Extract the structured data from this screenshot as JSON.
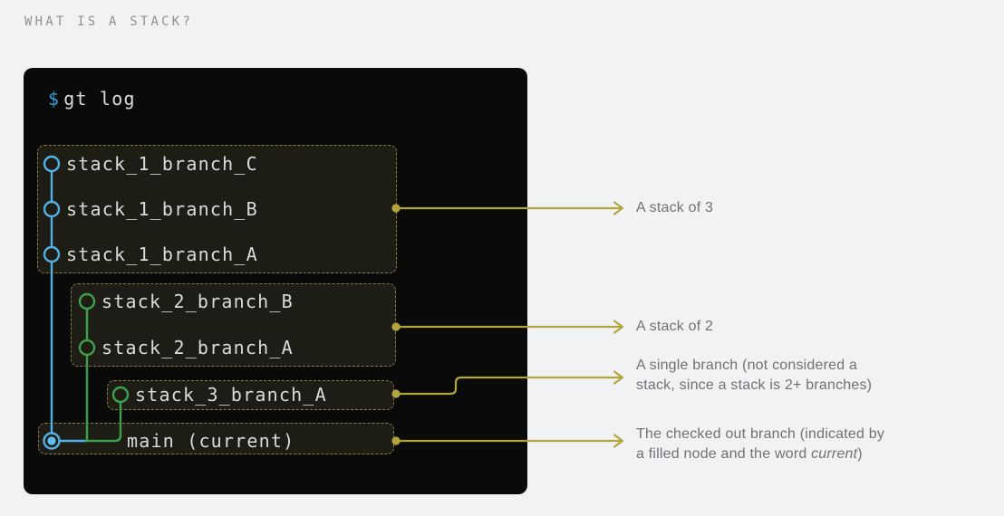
{
  "page": {
    "title": "WHAT IS A STACK?",
    "background": "#f1f2f4"
  },
  "terminal": {
    "prompt_symbol": "$",
    "command": "gt log",
    "background": "#0a0a0a",
    "stack_box_fill": "#1d1d16",
    "stack_box_border": "#86803c",
    "stacks": [
      {
        "id": "stack-1",
        "node_color": "#53b1e5",
        "branches": [
          "stack_1_branch_C",
          "stack_1_branch_B",
          "stack_1_branch_A"
        ]
      },
      {
        "id": "stack-2",
        "node_color": "#3da04b",
        "branches": [
          "stack_2_branch_B",
          "stack_2_branch_A"
        ]
      },
      {
        "id": "stack-3",
        "node_color": "#3da04b",
        "branches": [
          "stack_3_branch_A"
        ]
      },
      {
        "id": "trunk",
        "node_color": "#53b1e5",
        "branches": [
          "main (current)"
        ],
        "checked_out": true
      }
    ]
  },
  "annotations": [
    {
      "label": "A stack of 3"
    },
    {
      "label": "A stack of 2"
    },
    {
      "lines": [
        "A single branch (not considered a",
        "stack, since a stack is 2+ branches)"
      ]
    },
    {
      "line1": "The checked out branch (indicated by",
      "line2_prefix": "a filled node and the word ",
      "line2_italic": "current",
      "line2_suffix": ")"
    }
  ],
  "colors": {
    "node_blue": "#53b1e5",
    "node_blue_fill": "#5fbff0",
    "node_green": "#3da04b",
    "arrow_olive": "#b1a53c",
    "annotation_text": "#6f7175",
    "terminal_text": "#dbdbd9",
    "prompt_blue": "#2d9ed8"
  }
}
